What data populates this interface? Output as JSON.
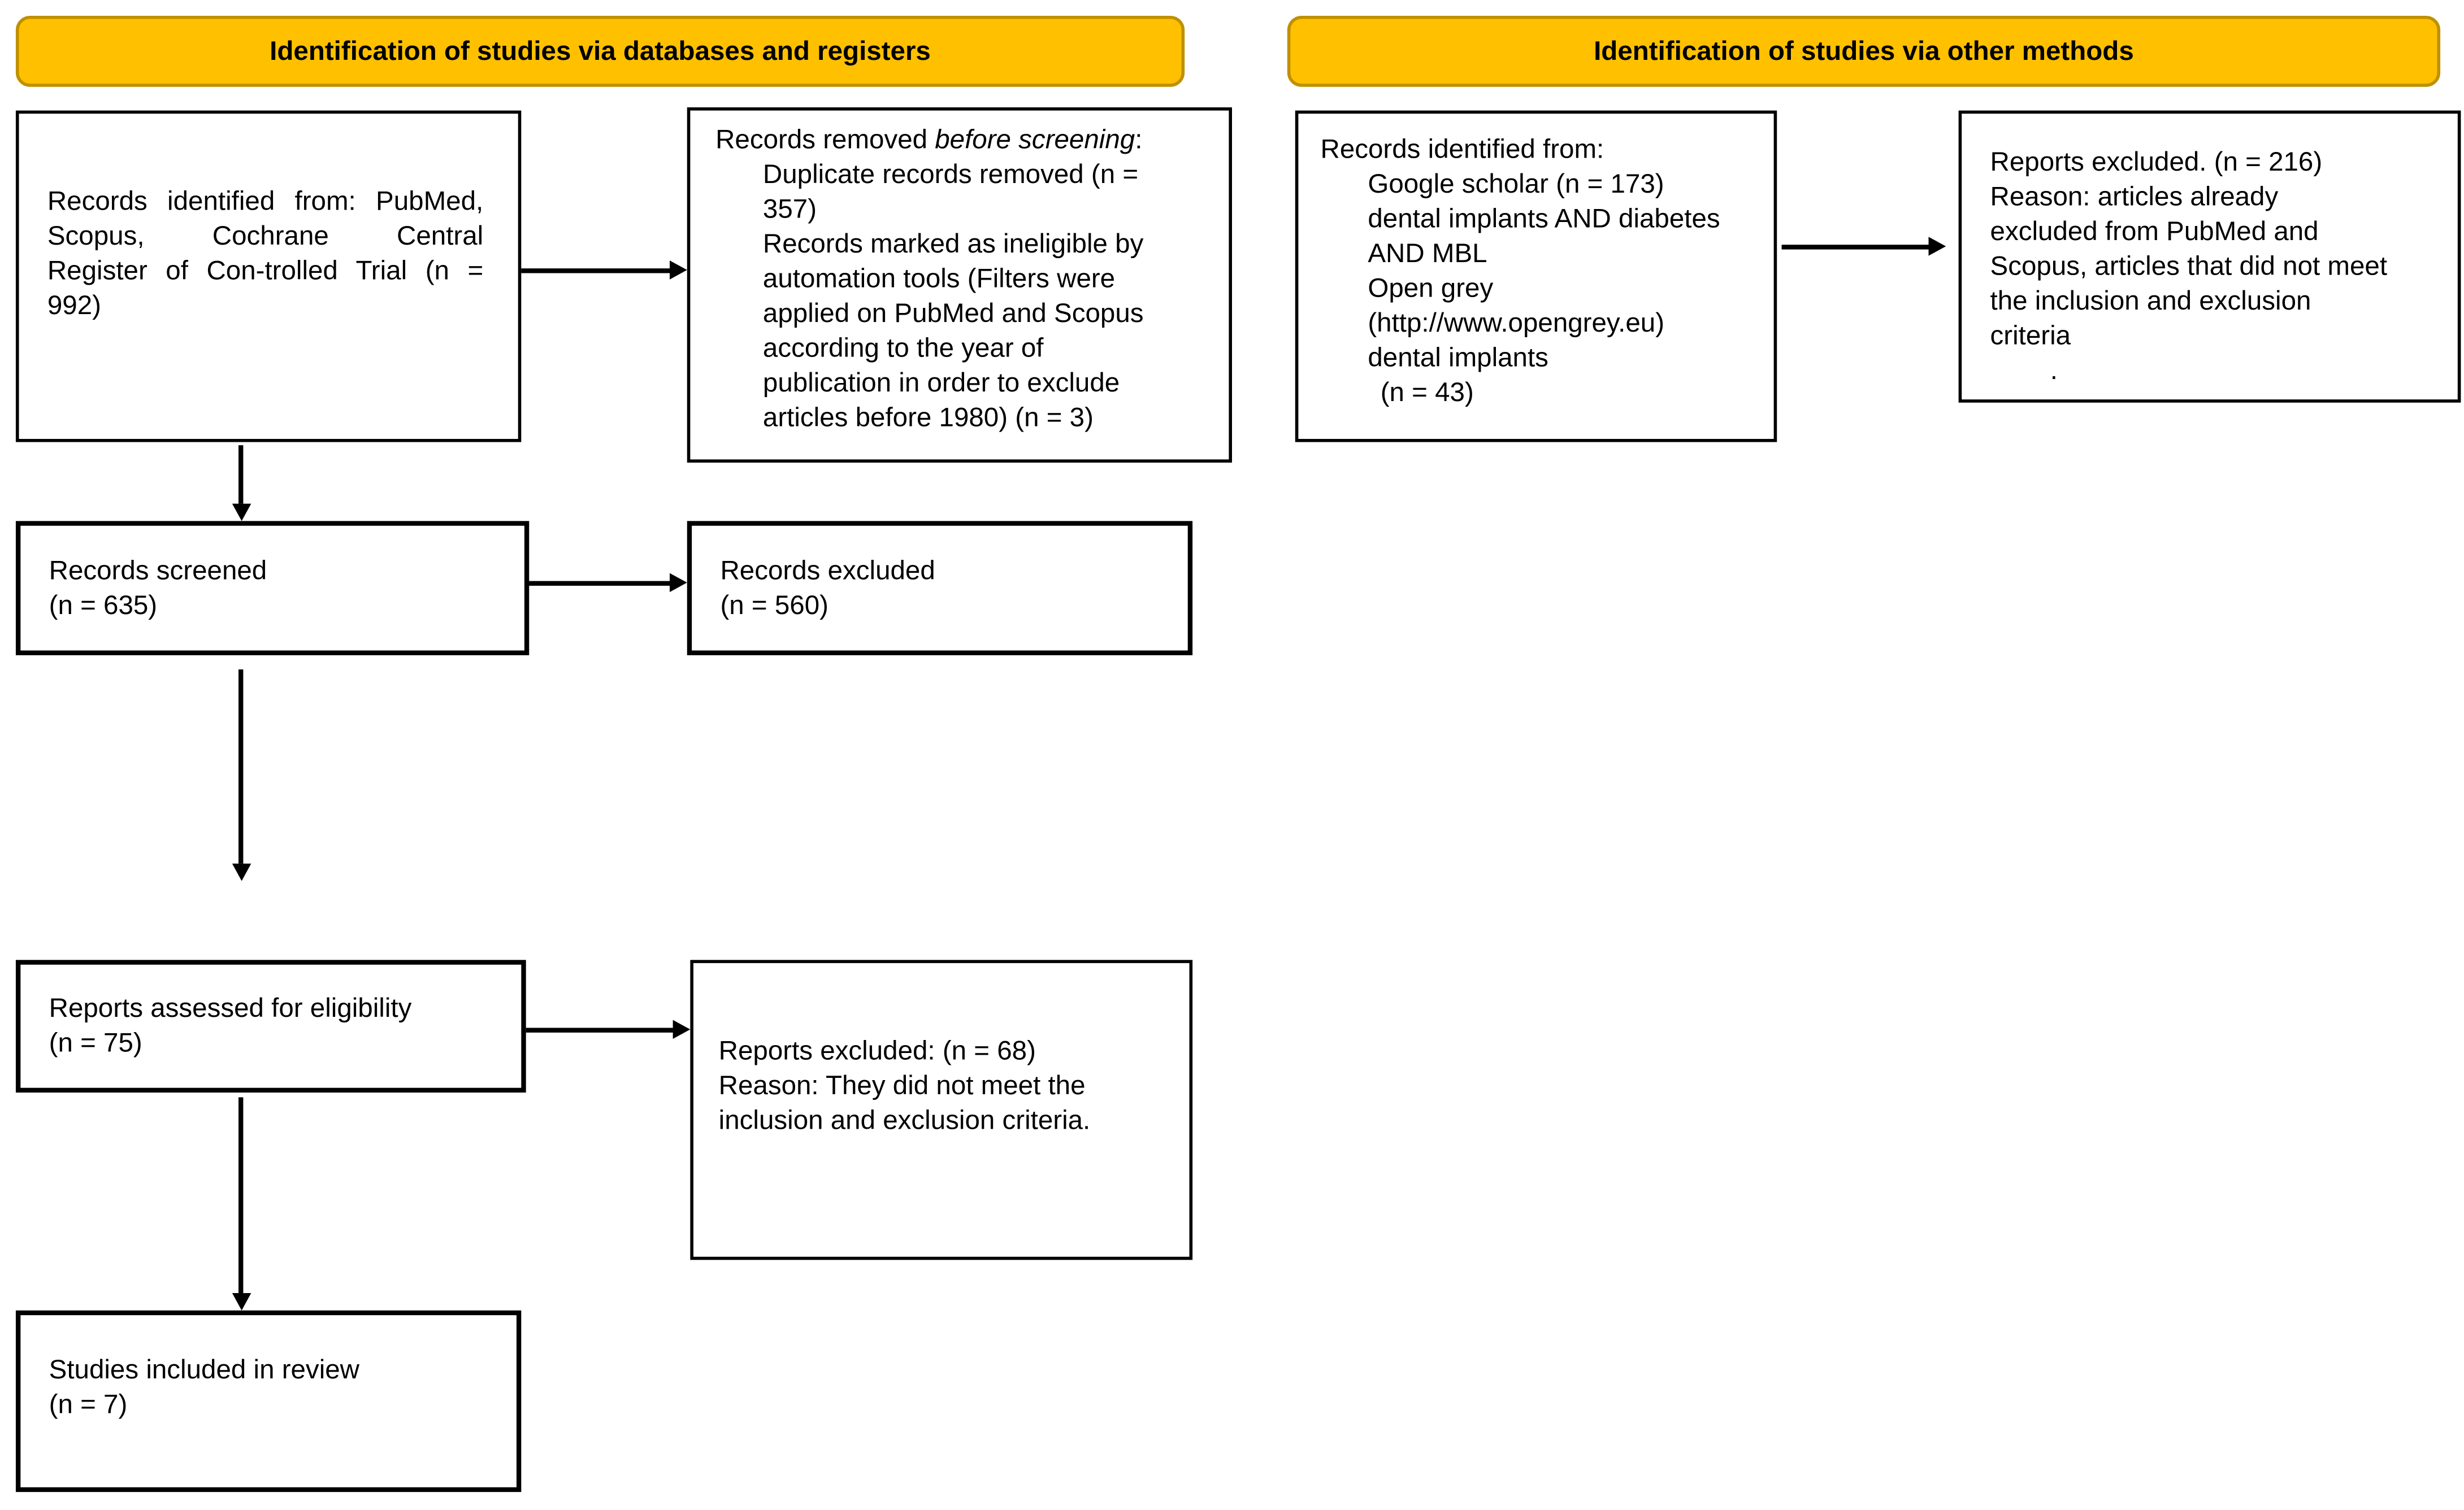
{
  "banners": {
    "databases": {
      "label": "Identification of studies via databases and registers"
    },
    "other_methods": {
      "label": "Identification of studies via other methods"
    }
  },
  "colors": {
    "banner_fill": "#FFC000",
    "banner_border": "#BF9000",
    "box_border": "#000000",
    "text": "#000000",
    "background": "#FFFFFF"
  },
  "boxes": [
    {
      "id": "records-identified-databases",
      "lines": [
        {
          "align": "justify",
          "segments": [
            {
              "t": "Records identified from: PubMed,"
            }
          ]
        },
        {
          "align": "justify",
          "segments": [
            {
              "t": "Scopus, Cochrane Central"
            }
          ]
        },
        {
          "align": "justify",
          "segments": [
            {
              "t": "Register of Con-trolled Trial (n ="
            }
          ]
        },
        {
          "segments": [
            {
              "t": "992)"
            }
          ]
        }
      ]
    },
    {
      "id": "records-removed",
      "lines": [
        {
          "segments": [
            {
              "t": "Records removed "
            },
            {
              "t": "before screening",
              "italic": true
            },
            {
              "t": ":"
            }
          ]
        },
        {
          "indent": 1,
          "segments": [
            {
              "t": "Duplicate records removed (n ="
            }
          ]
        },
        {
          "indent": 1,
          "segments": [
            {
              "t": "357)"
            }
          ]
        },
        {
          "indent": 1,
          "segments": [
            {
              "t": "Records marked as ineligible by"
            }
          ]
        },
        {
          "indent": 1,
          "segments": [
            {
              "t": "automation tools (Filters were"
            }
          ]
        },
        {
          "indent": 1,
          "segments": [
            {
              "t": "applied on PubMed and Scopus"
            }
          ]
        },
        {
          "indent": 1,
          "segments": [
            {
              "t": "according to the year of"
            }
          ]
        },
        {
          "indent": 1,
          "segments": [
            {
              "t": "publication in order to exclude"
            }
          ]
        },
        {
          "indent": 1,
          "segments": [
            {
              "t": "articles before 1980) (n = 3)"
            }
          ]
        }
      ]
    },
    {
      "id": "records-identified-other",
      "lines": [
        {
          "segments": [
            {
              "t": "Records identified from:"
            }
          ]
        },
        {
          "indent": 1,
          "segments": [
            {
              "t": "Google scholar (n = 173)"
            }
          ]
        },
        {
          "indent": 1,
          "segments": [
            {
              "t": "dental implants AND diabetes"
            }
          ]
        },
        {
          "indent": 1,
          "segments": [
            {
              "t": "AND MBL"
            }
          ]
        },
        {
          "indent": 1,
          "segments": [
            {
              "t": "Open grey"
            }
          ]
        },
        {
          "indent": 1,
          "segments": [
            {
              "t": "(http://www.opengrey.eu)"
            }
          ]
        },
        {
          "indent": 1,
          "segments": [
            {
              "t": "dental implants"
            }
          ]
        },
        {
          "indent": 2,
          "segments": [
            {
              "t": "(n = 43)"
            }
          ]
        }
      ]
    },
    {
      "id": "reports-excluded-216",
      "lines": [
        {
          "segments": [
            {
              "t": "Reports excluded. (n = 216)"
            }
          ]
        },
        {
          "segments": [
            {
              "t": "Reason: articles already"
            }
          ]
        },
        {
          "segments": [
            {
              "t": "excluded from PubMed and"
            }
          ]
        },
        {
          "segments": [
            {
              "t": "Scopus, articles that did not meet"
            }
          ]
        },
        {
          "segments": [
            {
              "t": "the inclusion and exclusion"
            }
          ]
        },
        {
          "segments": [
            {
              "t": "criteria"
            }
          ]
        },
        {
          "indent": 2,
          "segments": [
            {
              "t": "."
            }
          ]
        }
      ]
    },
    {
      "id": "records-screened",
      "lines": [
        {
          "segments": [
            {
              "t": "Records screened"
            }
          ]
        },
        {
          "segments": [
            {
              "t": "(n = 635)"
            }
          ]
        }
      ]
    },
    {
      "id": "records-excluded",
      "lines": [
        {
          "segments": [
            {
              "t": "Records excluded"
            }
          ]
        },
        {
          "segments": [
            {
              "t": "(n = 560)"
            }
          ]
        }
      ]
    },
    {
      "id": "reports-assessed",
      "lines": [
        {
          "segments": [
            {
              "t": "Reports assessed for eligibility"
            }
          ]
        },
        {
          "segments": [
            {
              "t": "(n = 75)"
            }
          ]
        }
      ]
    },
    {
      "id": "reports-excluded-68",
      "lines": [
        {
          "segments": [
            {
              "t": "Reports excluded: (n = 68)"
            }
          ]
        },
        {
          "segments": [
            {
              "t": "Reason: They did not meet the"
            }
          ]
        },
        {
          "segments": [
            {
              "t": "inclusion and exclusion criteria."
            }
          ]
        }
      ]
    },
    {
      "id": "studies-included",
      "lines": [
        {
          "segments": [
            {
              "t": "Studies included in review"
            }
          ]
        },
        {
          "segments": [
            {
              "t": "(n = 7)"
            }
          ]
        }
      ]
    }
  ]
}
